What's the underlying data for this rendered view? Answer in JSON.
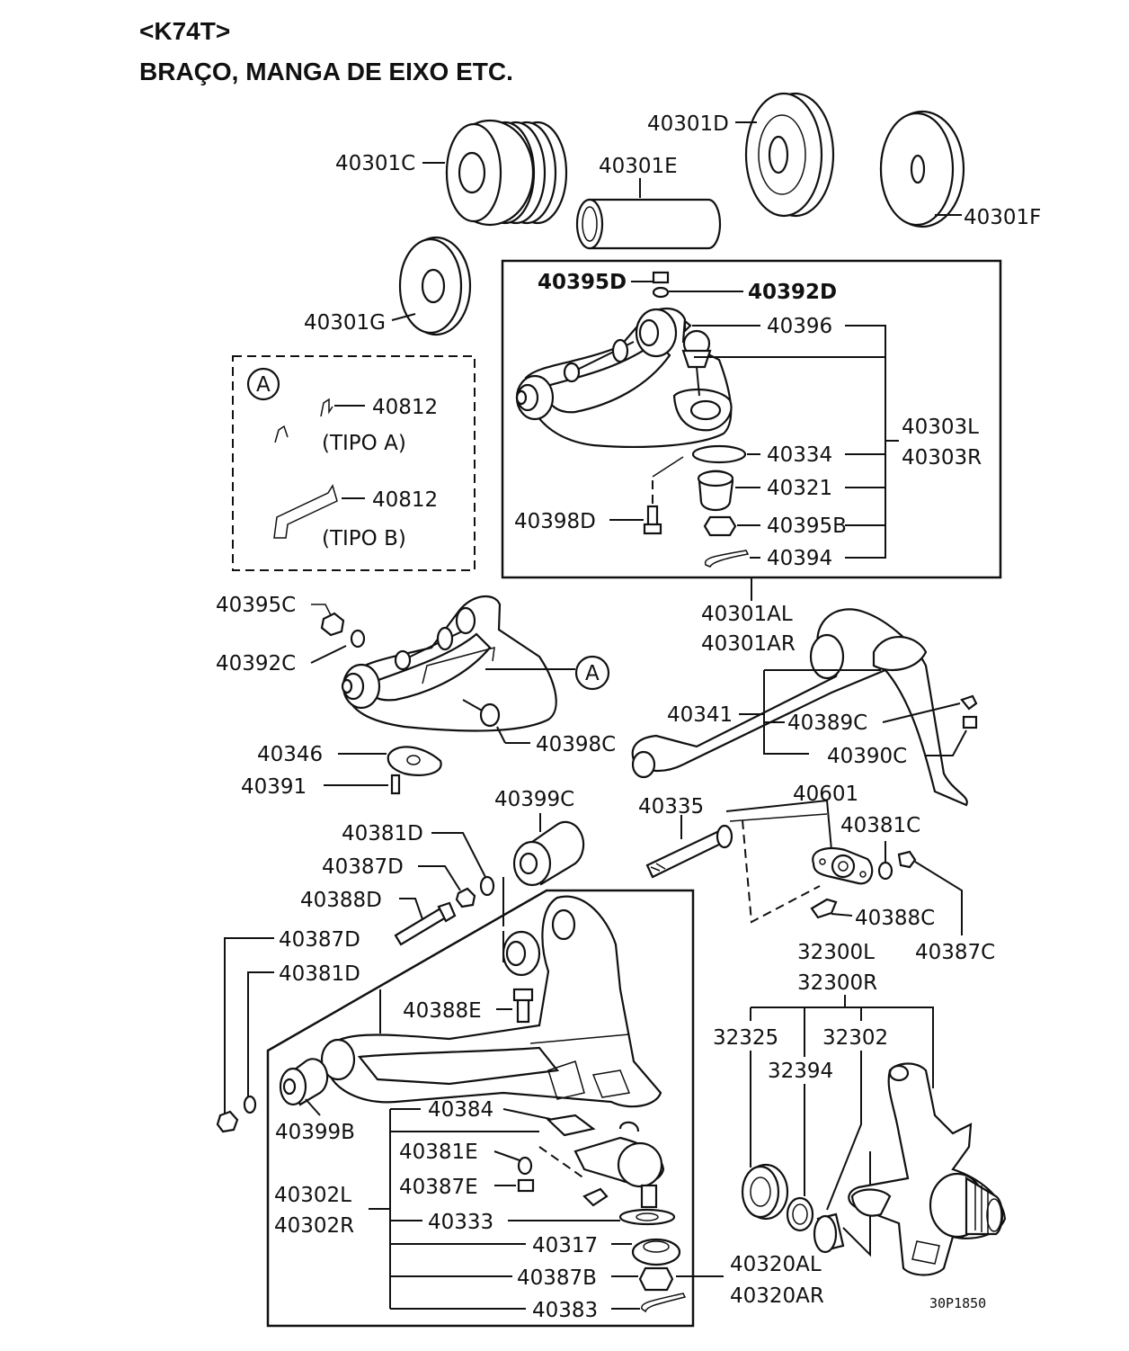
{
  "header": {
    "code": "<K74T>",
    "title": "BRAÇO, MANGA DE EIXO ETC."
  },
  "detail_a": {
    "marker": "A",
    "tipo_a": "(TIPO A)",
    "tipo_b": "(TIPO B)"
  },
  "callout_a": "A",
  "figure_code": "30P1850",
  "labels": {
    "p40301C": "40301C",
    "p40301D": "40301D",
    "p40301E": "40301E",
    "p40301F": "40301F",
    "p40301G": "40301G",
    "p40395D": "40395D",
    "p40392D": "40392D",
    "p40396": "40396",
    "p40303L": "40303L",
    "p40303R": "40303R",
    "p40334": "40334",
    "p40321": "40321",
    "p40398D": "40398D",
    "p40395B": "40395B",
    "p40394": "40394",
    "p40812a": "40812",
    "p40812b": "40812",
    "p40301AL": "40301AL",
    "p40301AR": "40301AR",
    "p40395C": "40395C",
    "p40392C": "40392C",
    "p40398C": "40398C",
    "p40341": "40341",
    "p40389C": "40389C",
    "p40390C": "40390C",
    "p40346": "40346",
    "p40391": "40391",
    "p40399C": "40399C",
    "p40335": "40335",
    "p40601": "40601",
    "p40381D_a": "40381D",
    "p40387D_a": "40387D",
    "p40388D": "40388D",
    "p40381C": "40381C",
    "p40388C": "40388C",
    "p40387C": "40387C",
    "p40387D_b": "40387D",
    "p40381D_b": "40381D",
    "p32300L": "32300L",
    "p32300R": "32300R",
    "p40388E": "40388E",
    "p32325": "32325",
    "p32302": "32302",
    "p32394": "32394",
    "p40384": "40384",
    "p40399B": "40399B",
    "p40381E": "40381E",
    "p40387E": "40387E",
    "p40302L": "40302L",
    "p40302R": "40302R",
    "p40333": "40333",
    "p40317": "40317",
    "p40387B": "40387B",
    "p40383": "40383",
    "p40320AL": "40320AL",
    "p40320AR": "40320AR"
  }
}
